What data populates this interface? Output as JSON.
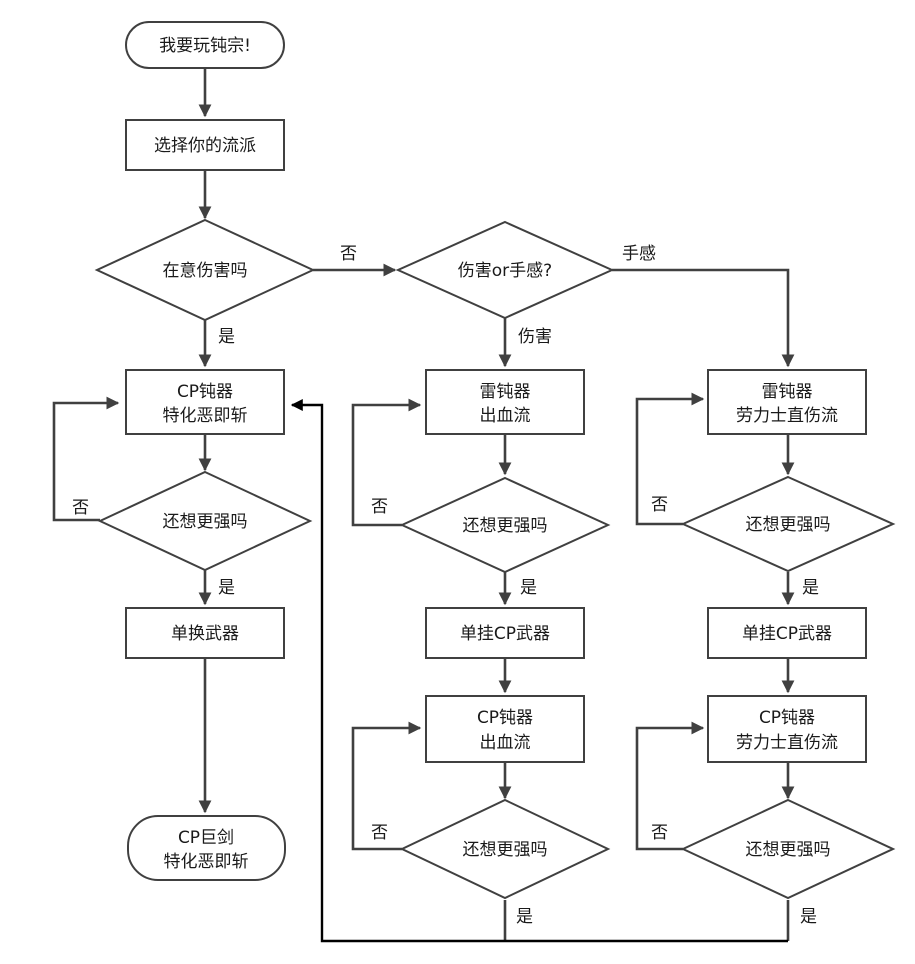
{
  "nodes": {
    "start": "我要玩钝宗!",
    "choose": "选择你的流派",
    "care_damage": "在意伤害吗",
    "damage_or_feel": "伤害or手感?",
    "cp_hammer_line1": "CP钝器",
    "cp_hammer_line2": "特化恶即斩",
    "want_stronger_1": "还想更强吗",
    "switch_weapon": "单换武器",
    "cp_greatsword_line1": "CP巨剑",
    "cp_greatsword_line2": "特化恶即斩",
    "thunder_bleed_line1": "雷钝器",
    "thunder_bleed_line2": "出血流",
    "want_stronger_2": "还想更强吗",
    "single_cp_weapon_2": "单挂CP武器",
    "cp_bleed_line1": "CP钝器",
    "cp_bleed_line2": "出血流",
    "want_stronger_3": "还想更强吗",
    "thunder_rolex_line1": "雷钝器",
    "thunder_rolex_line2": "劳力士直伤流",
    "want_stronger_4": "还想更强吗",
    "single_cp_weapon_3": "单挂CP武器",
    "cp_rolex_line1": "CP钝器",
    "cp_rolex_line2": "劳力士直伤流",
    "want_stronger_5": "还想更强吗"
  },
  "edges": {
    "no": "否",
    "yes": "是",
    "damage": "伤害",
    "feel": "手感"
  },
  "colors": {
    "stroke": "#404040",
    "text": "#1a1a1a",
    "back_line": "#000000"
  }
}
